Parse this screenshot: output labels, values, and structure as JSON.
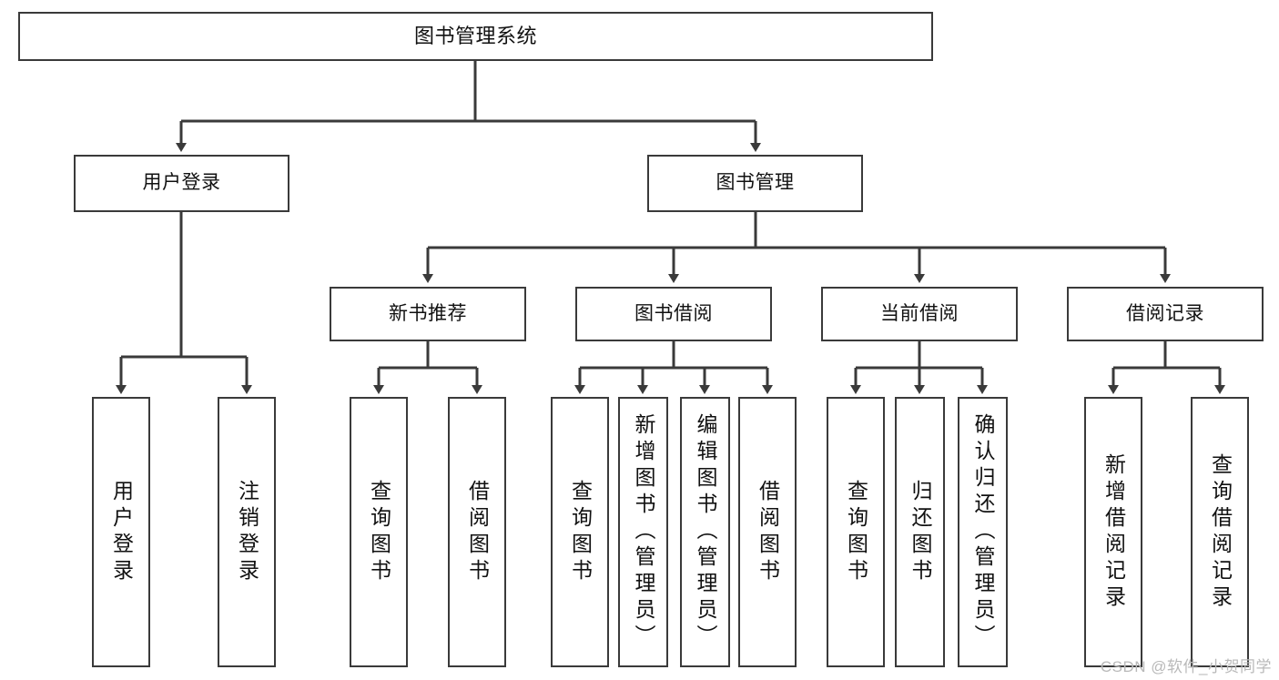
{
  "diagram": {
    "title": "图书管理系统",
    "type": "tree",
    "watermark": "CSDN @软件_小贺同学",
    "colors": {
      "box_border": "#3a3a3a",
      "box_fill": "#ffffff",
      "edge": "#3a3a3a",
      "text": "#111111",
      "watermark": "#b9b9b9",
      "background": "#ffffff"
    },
    "root": {
      "label": "图书管理系统"
    },
    "level2": [
      {
        "label": "用户登录"
      },
      {
        "label": "图书管理"
      }
    ],
    "level3": [
      {
        "label": "新书推荐"
      },
      {
        "label": "图书借阅"
      },
      {
        "label": "当前借阅"
      },
      {
        "label": "借阅记录"
      }
    ],
    "leaves": {
      "user_login": [
        {
          "label": "用户登录"
        },
        {
          "label": "注销登录"
        }
      ],
      "new_book_recommend": [
        {
          "label": "查询图书"
        },
        {
          "label": "借阅图书"
        }
      ],
      "book_borrow": [
        {
          "label": "查询图书"
        },
        {
          "label": "新增图书（管理员）"
        },
        {
          "label": "编辑图书（管理员）"
        },
        {
          "label": "借阅图书"
        }
      ],
      "current_borrow": [
        {
          "label": "查询图书"
        },
        {
          "label": "归还图书"
        },
        {
          "label": "确认归还（管理员）"
        }
      ],
      "borrow_record": [
        {
          "label": "新增借阅记录"
        },
        {
          "label": "查询借阅记录"
        }
      ]
    }
  }
}
